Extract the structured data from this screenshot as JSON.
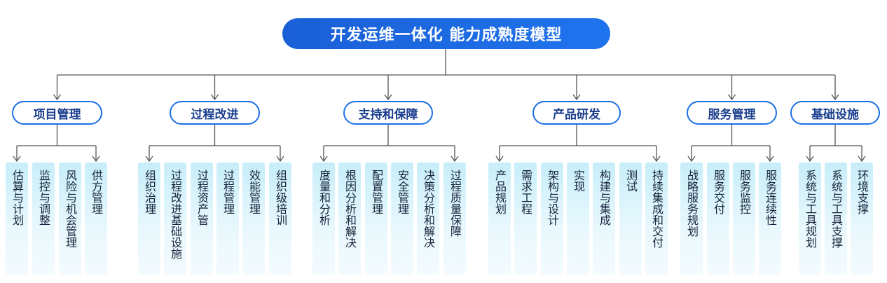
{
  "title": "开发运维一体化 能力成熟度模型",
  "categories": [
    {
      "label": "项目管理",
      "items": [
        "估算与计划",
        "监控与调整",
        "风险与机会管理",
        "供方管理"
      ]
    },
    {
      "label": "过程改进",
      "items": [
        "组织治理",
        "过程改进基础设施",
        "过程资产管",
        "过程管理",
        "效能管理",
        "组织级培训"
      ]
    },
    {
      "label": "支持和保障",
      "items": [
        "度量和分析",
        "根因分析和解决",
        "配置管理",
        "安全管理",
        "决策分析和解决",
        "过程质量保障"
      ]
    },
    {
      "label": "产品研发",
      "items": [
        "产品规划",
        "需求工程",
        "架构与设计",
        "实现",
        "构建与集成",
        "测试",
        "持续集成和交付"
      ]
    },
    {
      "label": "服务管理",
      "items": [
        "战略服务规划",
        "服务交付",
        "服务监控",
        "服务连续性"
      ]
    },
    {
      "label": "基础设施",
      "items": [
        "系统与工具规划",
        "系统与工具支撑",
        "环境支撑"
      ]
    }
  ],
  "colors": {
    "accent": "#1b6fe6",
    "leaf_bg": "#d4f1fa",
    "line": "#555555"
  }
}
